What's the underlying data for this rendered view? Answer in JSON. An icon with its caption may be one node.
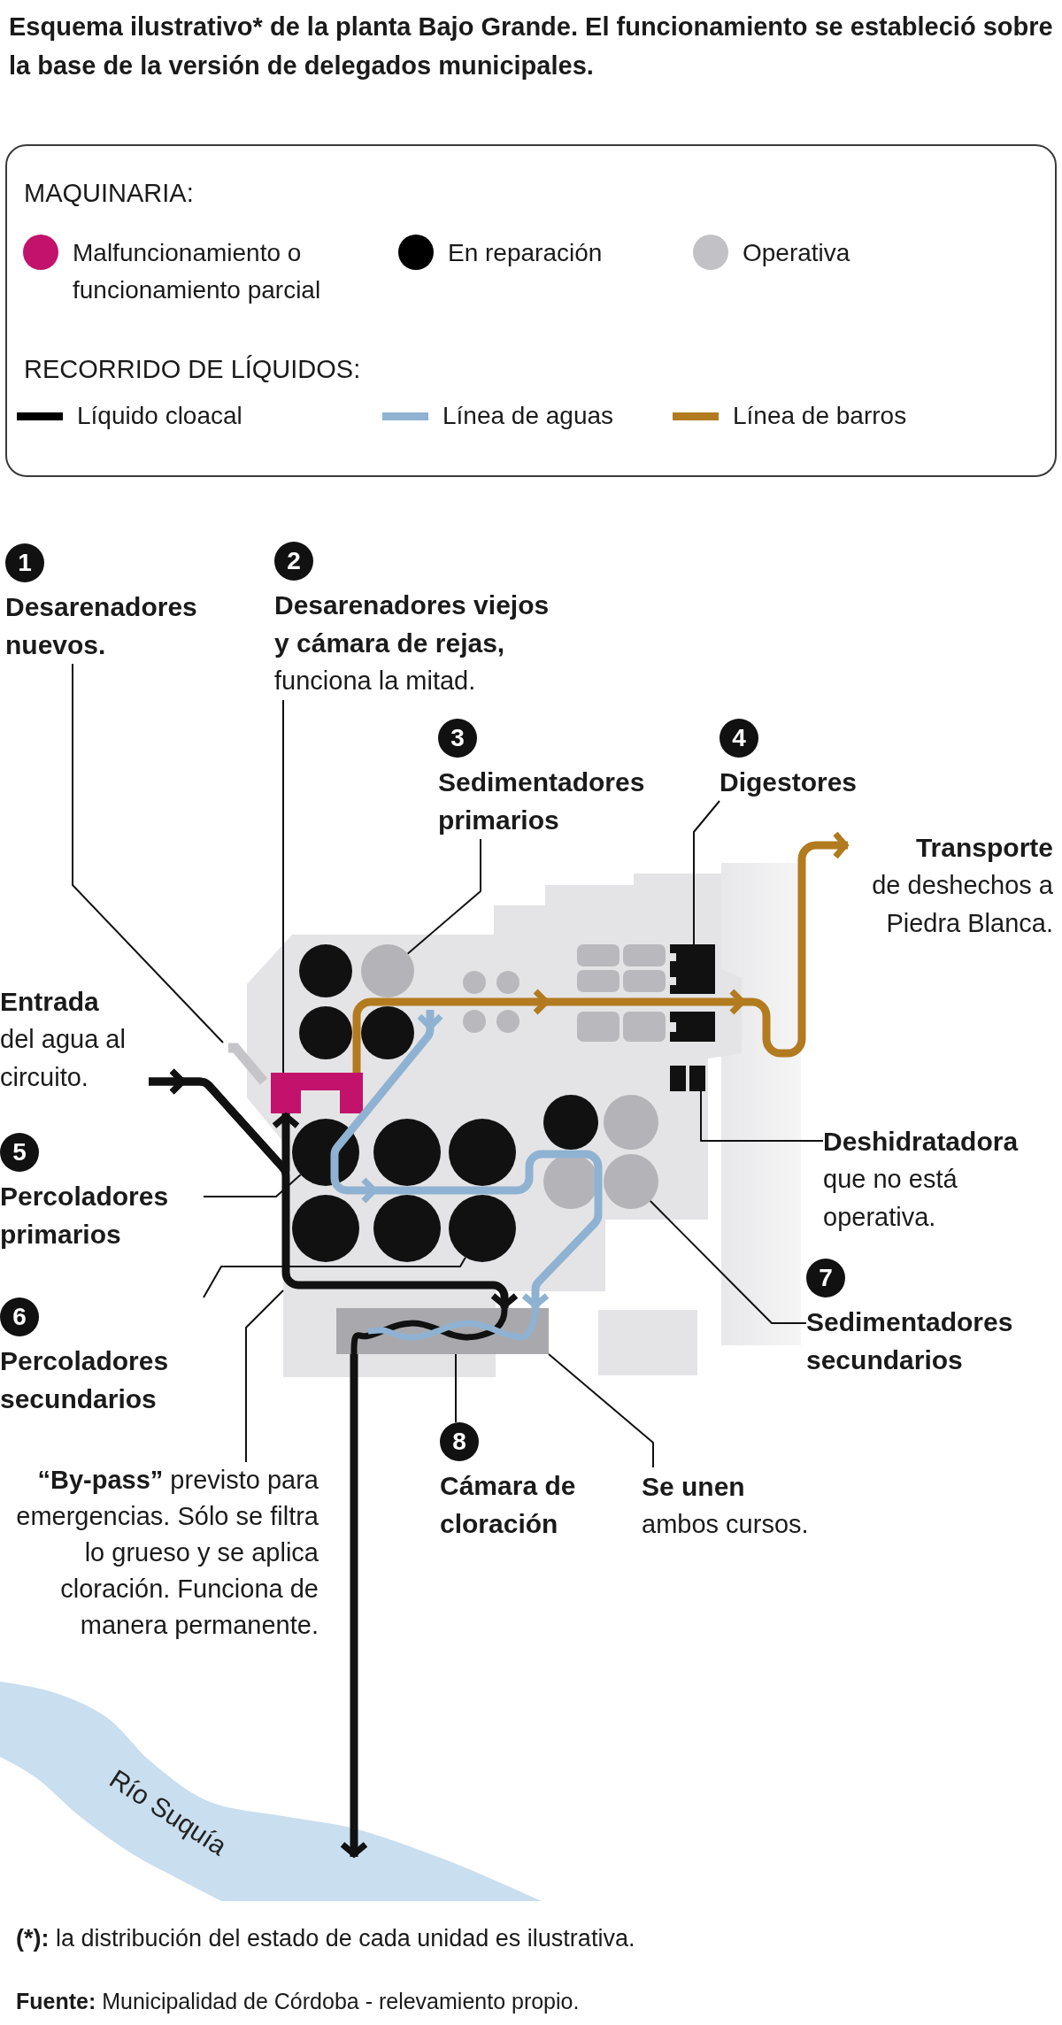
{
  "diagram": {
    "title": "Esquema ilustrativo* de la planta Bajo Grande. El funcionamiento se estableció sobre la base de la versión de delegados municipales.",
    "nodes": [
      {
        "text": [
          "1",
          "Desarenadores nuevos."
        ]
      },
      {
        "text": [
          "2",
          "Desarenadores viejos y cámara de rejas,",
          "funciona la mitad."
        ]
      },
      {
        "text": [
          "3",
          "Sedimentadores primarios"
        ]
      },
      {
        "text": [
          "4",
          "Digestores"
        ]
      },
      {
        "text": [
          "Transporte",
          "de deshechos a Piedra Blanca."
        ]
      },
      {
        "text": [
          "Entrada",
          "del agua al circuito."
        ]
      },
      {
        "text": [
          "5",
          "Percoladores primarios"
        ]
      },
      {
        "text": [
          "Deshidratadora",
          "que no está operativa."
        ]
      },
      {
        "text": [
          "6",
          "Percoladores secundarios"
        ]
      },
      {
        "text": [
          "7",
          "Sedimentadores secundarios"
        ]
      },
      {
        "text": [
          "**“By-pass”** previsto para emergencias. Sólo se filtra lo grueso y se aplica cloración. Funciona de manera permanente."
        ]
      },
      {
        "text": [
          "8",
          "Cámara de cloración"
        ]
      },
      {
        "text": [
          "Se unen",
          "ambos cursos."
        ]
      },
      {
        "text": [
          "Río Suquía"
        ]
      },
      {
        "text": [],
        "shape": "bar"
      },
      {
        "text": [],
        "shape": "box"
      },
      {
        "text": [],
        "shape": "circle"
      },
      {
        "text": [],
        "shape": "box"
      },
      {
        "text": [],
        "shape": "circle"
      },
      {
        "text": [],
        "shape": "box"
      },
      {
        "text": [],
        "shape": "circle"
      },
      {
        "text": [],
        "shape": "circle"
      },
      {
        "text": [],
        "shape": "box"
      }
    ],
    "edges": [
      {
        "from": 0,
        "to": 14,
        "arrow": "none"
      },
      {
        "from": 1,
        "to": 15,
        "arrow": "none"
      },
      {
        "from": 2,
        "to": 16,
        "arrow": "none"
      },
      {
        "from": 3,
        "to": 17,
        "arrow": "none"
      },
      {
        "from": 6,
        "to": 18,
        "arrow": "none"
      },
      {
        "from": 7,
        "to": 19,
        "arrow": "none"
      },
      {
        "from": 8,
        "to": 20,
        "arrow": "none"
      },
      {
        "from": 9,
        "to": 21,
        "arrow": "none"
      },
      {
        "from": 10,
        "to": null,
        "arrow": "none"
      },
      {
        "from": 11,
        "to": 22,
        "arrow": "none"
      },
      {
        "from": 12,
        "to": 22,
        "arrow": "none"
      },
      {
        "from": 5,
        "to": 15,
        "arrow": "to",
        "style": "thick"
      },
      {
        "from": 5,
        "to": 22,
        "arrow": "to",
        "style": "thick"
      },
      {
        "from": 22,
        "to": 13,
        "arrow": "to",
        "style": "thick"
      },
      {
        "from": 15,
        "to": 4,
        "arrow": "to",
        "style": "thick",
        "color": "#b27b1f"
      },
      {
        "from": null,
        "to": 22,
        "arrow": "to",
        "style": "thick",
        "color": "#8fb2d2"
      }
    ],
    "labels": [
      "MAQUINARIA:",
      "RECORRIDO DE LÍQUIDOS:",
      "**(*):** la distribución del estado de cada unidad es ilustrativa.",
      "**Fuente:** Municipalidad de Córdoba - relevamiento propio."
    ],
    "legend": [
      {
        "text": "Malfuncionamiento o funcionamiento parcial",
        "color": "#c3126c"
      },
      {
        "text": "En reparación",
        "color": "#000000"
      },
      {
        "text": "Operativa",
        "color": "#c2c2c6"
      },
      {
        "text": "Líquido cloacal",
        "color": "#000000"
      },
      {
        "text": "Línea de aguas",
        "color": "#8fb2d2"
      },
      {
        "text": "Línea de barros",
        "color": "#b27b1f"
      }
    ]
  }
}
